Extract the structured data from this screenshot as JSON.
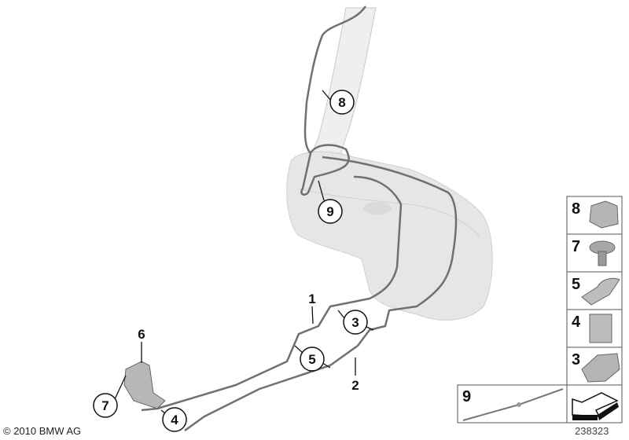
{
  "diagram": {
    "callouts": [
      "1",
      "2",
      "3",
      "4",
      "5",
      "6",
      "7",
      "8",
      "9"
    ],
    "legend_boxes": [
      "8",
      "7",
      "5",
      "4",
      "3"
    ],
    "legend_wide_box": "9",
    "copyright": "© 2010 BMW AG",
    "diagram_number": "238323",
    "colors": {
      "pipe": "#6e6e6e",
      "tank": "#e4e4e4",
      "outline": "#555555"
    }
  }
}
